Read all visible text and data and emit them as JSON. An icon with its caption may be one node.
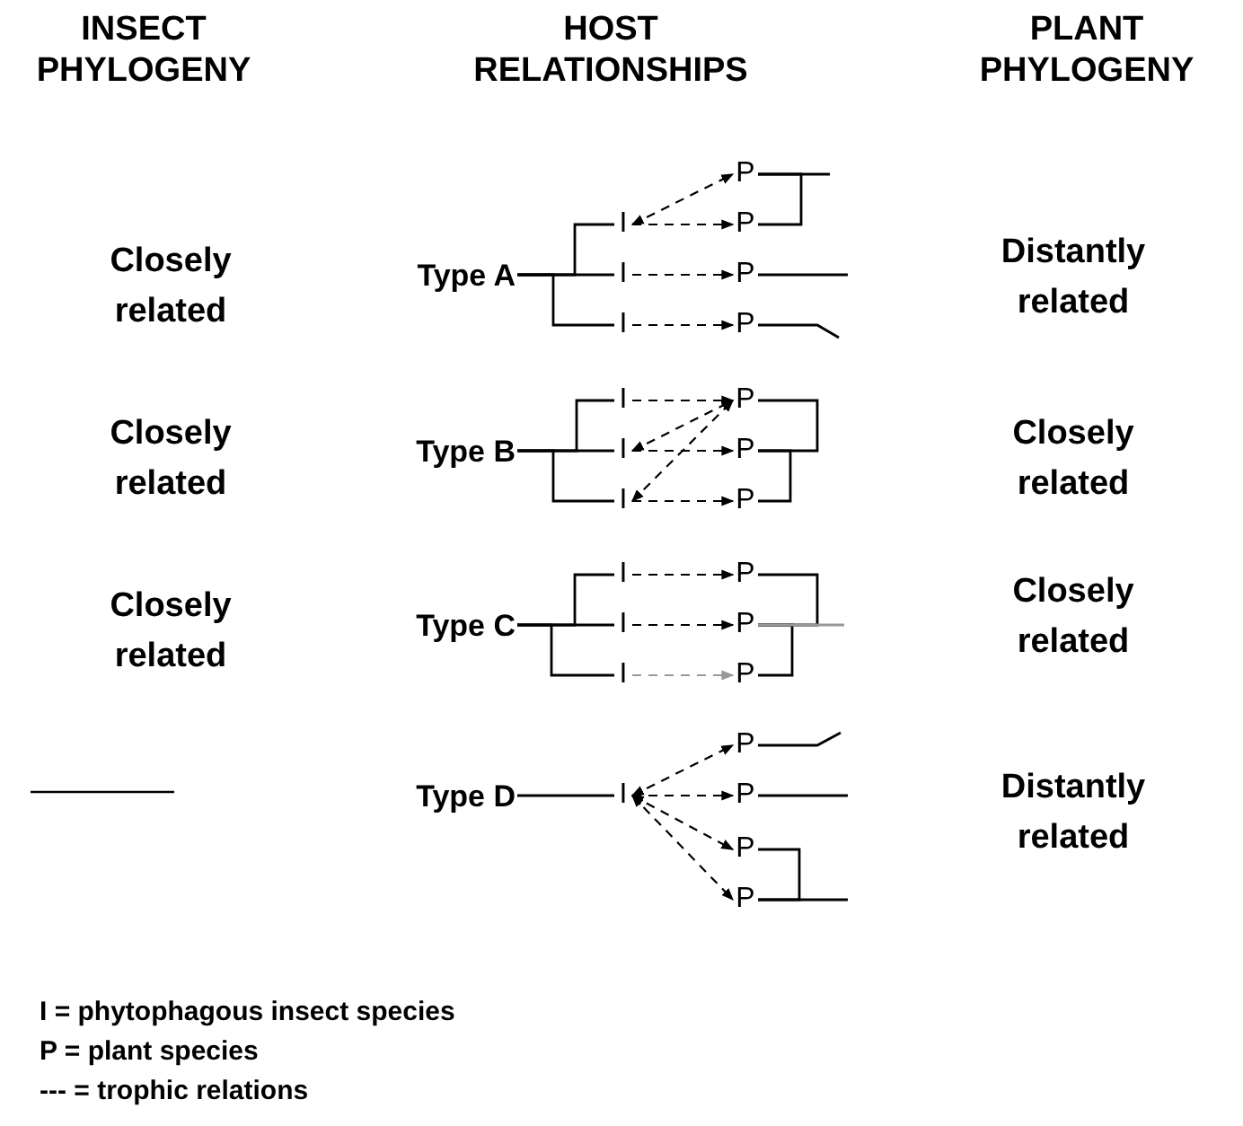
{
  "diagram": {
    "nodes": [
      {
        "text": [
          "Type A"
        ]
      },
      {
        "text": [
          "I"
        ]
      },
      {
        "text": [
          "I"
        ]
      },
      {
        "text": [
          "I"
        ]
      },
      {
        "text": [
          "P"
        ]
      },
      {
        "text": [
          "P"
        ]
      },
      {
        "text": [
          "P"
        ]
      },
      {
        "text": [
          "P"
        ]
      },
      {
        "text": [
          "Type B"
        ]
      },
      {
        "text": [
          "I"
        ]
      },
      {
        "text": [
          "I"
        ]
      },
      {
        "text": [
          "I"
        ]
      },
      {
        "text": [
          "P"
        ]
      },
      {
        "text": [
          "P"
        ]
      },
      {
        "text": [
          "P"
        ]
      },
      {
        "text": [
          "Type C"
        ]
      },
      {
        "text": [
          "I"
        ]
      },
      {
        "text": [
          "I"
        ]
      },
      {
        "text": [
          "I"
        ]
      },
      {
        "text": [
          "P"
        ]
      },
      {
        "text": [
          "P"
        ]
      },
      {
        "text": [
          "P"
        ]
      },
      {
        "text": [
          "Type D"
        ]
      },
      {
        "text": [
          "I"
        ]
      },
      {
        "text": [
          "P"
        ]
      },
      {
        "text": [
          "P"
        ]
      },
      {
        "text": [
          "P"
        ]
      },
      {
        "text": [
          "P"
        ]
      }
    ],
    "edges": [
      {
        "from": 0,
        "to": 1,
        "arrow": "none"
      },
      {
        "from": 0,
        "to": 2,
        "arrow": "none"
      },
      {
        "from": 0,
        "to": 3,
        "arrow": "none"
      },
      {
        "from": 1,
        "to": 4,
        "arrow": "both",
        "style": "dashed"
      },
      {
        "from": 1,
        "to": 5,
        "arrow": "to",
        "style": "dashed"
      },
      {
        "from": 2,
        "to": 6,
        "arrow": "to",
        "style": "dashed"
      },
      {
        "from": 3,
        "to": 7,
        "arrow": "to",
        "style": "dashed"
      },
      {
        "from": 4,
        "to": 5,
        "arrow": "none"
      },
      {
        "from": 4,
        "to": null,
        "arrow": "none"
      },
      {
        "from": 6,
        "to": null,
        "arrow": "none"
      },
      {
        "from": 7,
        "to": null,
        "arrow": "none"
      },
      {
        "from": 8,
        "to": 9,
        "arrow": "none"
      },
      {
        "from": 8,
        "to": 10,
        "arrow": "none"
      },
      {
        "from": 8,
        "to": 11,
        "arrow": "none"
      },
      {
        "from": 9,
        "to": 12,
        "arrow": "to",
        "style": "dashed"
      },
      {
        "from": 10,
        "to": 12,
        "arrow": "both",
        "style": "dashed"
      },
      {
        "from": 11,
        "to": 12,
        "arrow": "both",
        "style": "dashed"
      },
      {
        "from": 10,
        "to": 13,
        "arrow": "to",
        "style": "dashed"
      },
      {
        "from": 11,
        "to": 14,
        "arrow": "to",
        "style": "dashed"
      },
      {
        "from": 12,
        "to": 13,
        "arrow": "none"
      },
      {
        "from": 13,
        "to": 14,
        "arrow": "none"
      },
      {
        "from": 15,
        "to": 16,
        "arrow": "none"
      },
      {
        "from": 15,
        "to": 17,
        "arrow": "none"
      },
      {
        "from": 15,
        "to": 18,
        "arrow": "none"
      },
      {
        "from": 16,
        "to": 19,
        "arrow": "to",
        "style": "dashed"
      },
      {
        "from": 17,
        "to": 20,
        "arrow": "to",
        "style": "dashed"
      },
      {
        "from": 18,
        "to": 21,
        "arrow": "to",
        "style": "dashed",
        "color": "#999999"
      },
      {
        "from": 19,
        "to": 20,
        "arrow": "none"
      },
      {
        "from": 20,
        "to": 21,
        "arrow": "none"
      },
      {
        "from": 20,
        "to": null,
        "arrow": "none",
        "color": "#999999"
      },
      {
        "from": 22,
        "to": 23,
        "arrow": "none"
      },
      {
        "from": 23,
        "to": 24,
        "arrow": "both",
        "style": "dashed"
      },
      {
        "from": 23,
        "to": 25,
        "arrow": "to",
        "style": "dashed"
      },
      {
        "from": 23,
        "to": 26,
        "arrow": "both",
        "style": "dashed"
      },
      {
        "from": 23,
        "to": 27,
        "arrow": "both",
        "style": "dashed"
      },
      {
        "from": 24,
        "to": null,
        "arrow": "none"
      },
      {
        "from": 25,
        "to": null,
        "arrow": "none"
      },
      {
        "from": 26,
        "to": 27,
        "arrow": "none"
      },
      {
        "from": 27,
        "to": null,
        "arrow": "none"
      }
    ],
    "labels": [
      "INSECT PHYLOGENY",
      "HOST RELATIONSHIPS",
      "PLANT PHYLOGENY",
      "Closely related",
      "Distantly related",
      "Closely related",
      "Closely related",
      "Closely related",
      "Closely related",
      "Distantly related",
      "I = phytophagous insect species",
      "P = plant species",
      "--- = trophic relations"
    ]
  }
}
